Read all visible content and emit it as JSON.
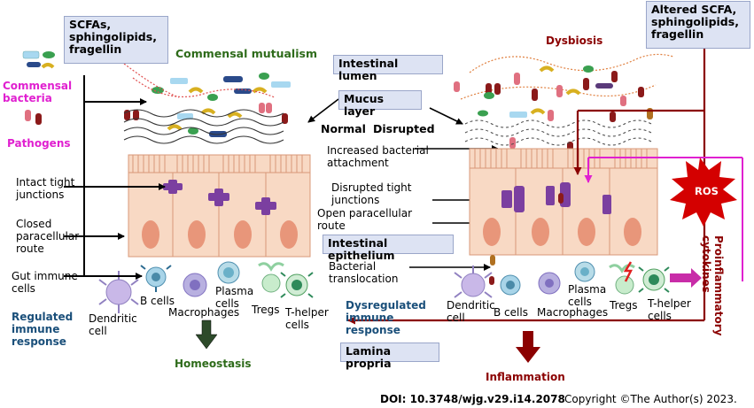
{
  "left": {
    "input_box": "SCFAs,\nsphingolipids,\nfragellin",
    "title": "Commensal mutualism",
    "commensal_label": "Commensal\nbacteria",
    "pathogens_label": "Pathogens",
    "tight_junctions": "Intact tight\njunctions",
    "closed_route": "Closed\nparacellular\nroute",
    "gut_immune": "Gut immune\ncells",
    "regulated": "Regulated\nimmune\nresponse",
    "homeostasis": "Homeostasis",
    "cells": {
      "dendritic": "Dendritic\ncell",
      "b": "B cells",
      "macrophages": "Macrophages",
      "plasma": "Plasma\ncells",
      "tregs": "Tregs",
      "thelper": "T-helper\ncells"
    }
  },
  "center": {
    "lumen": "Intestinal lumen",
    "mucus": "Mucus layer",
    "normal": "Normal",
    "disrupted": "Disrupted",
    "attachment": "Increased bacterial\nattachment",
    "disrupted_tj": "Disrupted tight\njunctions",
    "open_route": "Open paracellular\nroute",
    "epithelium": "Intestinal epithelium",
    "translocation": "Bacterial\ntranslocation",
    "dysregulated": "Dysregulated\nimmune\nresponse",
    "lamina": "Lamina propria"
  },
  "right": {
    "dysbiosis": "Dysbiosis",
    "input_box": "Altered SCFA,\nsphingolipids,\nfragellin",
    "ros": "ROS",
    "cytokines": "Proinflammatory\ncytokines",
    "inflammation": "Inflammation",
    "cells": {
      "dendritic": "Dendritic\ncell",
      "b": "B cells",
      "macrophages": "Macrophages",
      "plasma": "Plasma\ncells",
      "tregs": "Tregs",
      "thelper": "T-helper\ncells"
    }
  },
  "footer": {
    "doi": "DOI: 10.3748/wjg.v29.i14.2078",
    "copyright": "Copyright ©The Author(s) 2023."
  },
  "colors": {
    "label_box": "#dde3f3",
    "commensal": "#e020d0",
    "regulated": "#1a4f7a",
    "mutualism": "#2e6b1a",
    "dark_red": "#8b0000",
    "epithelium": "#f8d9c4",
    "tight_junction": "#7b3fa0",
    "ros": "#d40000"
  }
}
